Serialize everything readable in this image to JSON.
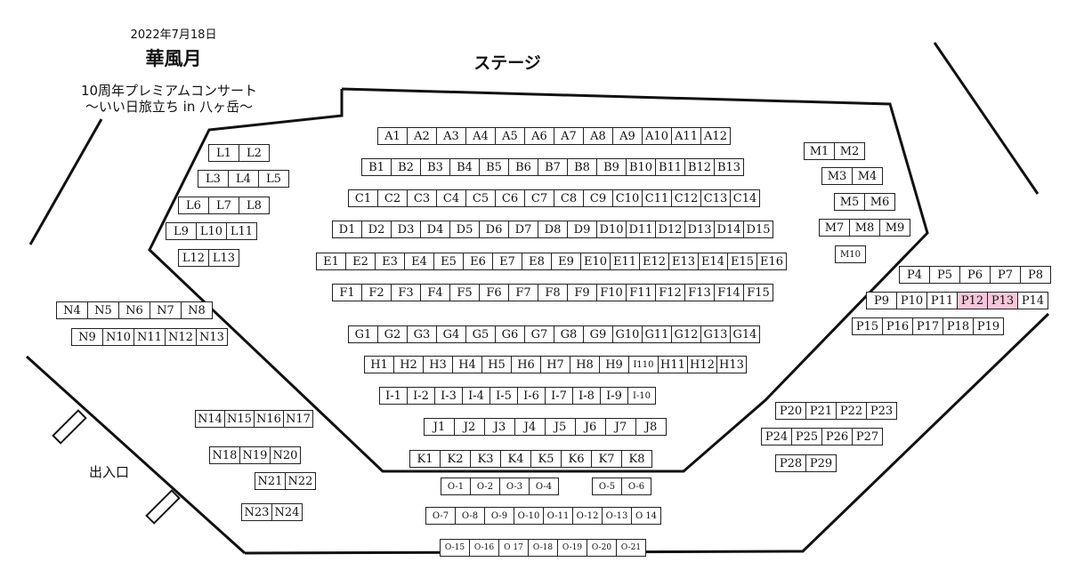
{
  "header": {
    "date": "2022年7月18日",
    "artist": "華風月",
    "subtitle1": "10周年プレミアムコンサート",
    "subtitle2": "～いい日旅立ち in 八ヶ岳～"
  },
  "stage_label": "ステージ",
  "entrance_label": "出入口",
  "colors": {
    "line": "#111111",
    "seat_border": "#222222",
    "highlight": "#f7c6d9"
  },
  "rows": [
    {
      "id": "A",
      "seats": [
        "A1",
        "A2",
        "A3",
        "A4",
        "A5",
        "A6",
        "A7",
        "A8",
        "A9",
        "A10",
        "A11",
        "A12"
      ]
    },
    {
      "id": "B",
      "seats": [
        "B1",
        "B2",
        "B3",
        "B4",
        "B5",
        "B6",
        "B7",
        "B8",
        "B9",
        "B10",
        "B11",
        "B12",
        "B13"
      ]
    },
    {
      "id": "C",
      "seats": [
        "C1",
        "C2",
        "C3",
        "C4",
        "C5",
        "C6",
        "C7",
        "C8",
        "C9",
        "C10",
        "C11",
        "C12",
        "C13",
        "C14"
      ]
    },
    {
      "id": "D",
      "seats": [
        "D1",
        "D2",
        "D3",
        "D4",
        "D5",
        "D6",
        "D7",
        "D8",
        "D9",
        "D10",
        "D11",
        "D12",
        "D13",
        "D14",
        "D15"
      ]
    },
    {
      "id": "E",
      "seats": [
        "E1",
        "E2",
        "E3",
        "E4",
        "E5",
        "E6",
        "E7",
        "E8",
        "E9",
        "E10",
        "E11",
        "E12",
        "E13",
        "E14",
        "E15",
        "E16"
      ]
    },
    {
      "id": "F",
      "seats": [
        "F1",
        "F2",
        "F3",
        "F4",
        "F5",
        "F6",
        "F7",
        "F8",
        "F9",
        "F10",
        "F11",
        "F12",
        "F13",
        "F14",
        "F15"
      ]
    },
    {
      "id": "G",
      "seats": [
        "G1",
        "G2",
        "G3",
        "G4",
        "G5",
        "G6",
        "G7",
        "G8",
        "G9",
        "G10",
        "G11",
        "G12",
        "G13",
        "G14"
      ]
    },
    {
      "id": "H",
      "seats": [
        "H1",
        "H2",
        "H3",
        "H4",
        "H5",
        "H6",
        "H7",
        "H8",
        "H9",
        "I110",
        "H11",
        "H12",
        "H13"
      ]
    },
    {
      "id": "I",
      "seats": [
        "I-1",
        "I-2",
        "I-3",
        "I-4",
        "I-5",
        "I-6",
        "I-7",
        "I-8",
        "I-9",
        "I-10"
      ]
    },
    {
      "id": "J",
      "seats": [
        "J1",
        "J2",
        "J3",
        "J4",
        "J5",
        "J6",
        "J7",
        "J8"
      ]
    },
    {
      "id": "K",
      "seats": [
        "K1",
        "K2",
        "K3",
        "K4",
        "K5",
        "K6",
        "K7",
        "K8"
      ]
    },
    {
      "id": "O1",
      "seats": [
        "O-1",
        "O-2",
        "O-3",
        "O-4"
      ]
    },
    {
      "id": "O2",
      "seats": [
        "O-5",
        "O-6"
      ]
    },
    {
      "id": "O3",
      "seats": [
        "O-7",
        "O-8",
        "O-9",
        "O-10",
        "O-11",
        "O-12",
        "O-13",
        "O 14"
      ]
    },
    {
      "id": "O4",
      "seats": [
        "O-15",
        "O-16",
        "O 17",
        "O-18",
        "O-19",
        "O-20",
        "O-21"
      ]
    },
    {
      "id": "L1",
      "seats": [
        "L1",
        "L2"
      ]
    },
    {
      "id": "L2",
      "seats": [
        "L3",
        "L4",
        "L5"
      ]
    },
    {
      "id": "L3",
      "seats": [
        "L6",
        "L7",
        "L8"
      ]
    },
    {
      "id": "L4",
      "seats": [
        "L9",
        "L10",
        "L11"
      ]
    },
    {
      "id": "L5",
      "seats": [
        "L12",
        "L13"
      ]
    },
    {
      "id": "M1",
      "seats": [
        "M1",
        "M2"
      ]
    },
    {
      "id": "M2",
      "seats": [
        "M3",
        "M4"
      ]
    },
    {
      "id": "M3",
      "seats": [
        "M5",
        "M6"
      ]
    },
    {
      "id": "M4",
      "seats": [
        "M7",
        "M8",
        "M9"
      ]
    },
    {
      "id": "M5",
      "seats": [
        "M10"
      ]
    },
    {
      "id": "N1",
      "seats": [
        "N4",
        "N5",
        "N6",
        "N7",
        "N8"
      ]
    },
    {
      "id": "N2",
      "seats": [
        "N9",
        "N10",
        "N11",
        "N12",
        "N13"
      ]
    },
    {
      "id": "N3",
      "seats": [
        "N14",
        "N15",
        "N16",
        "N17"
      ]
    },
    {
      "id": "N4r",
      "seats": [
        "N18",
        "N19",
        "N20"
      ]
    },
    {
      "id": "N5",
      "seats": [
        "N21",
        "N22"
      ]
    },
    {
      "id": "N6",
      "seats": [
        "N23",
        "N24"
      ]
    },
    {
      "id": "P1",
      "seats": [
        "P4",
        "P5",
        "P6",
        "P7",
        "P8"
      ]
    },
    {
      "id": "P2",
      "seats": [
        "P9",
        "P10",
        "P11",
        "P12",
        "P13",
        "P14"
      ],
      "highlighted": [
        "P12",
        "P13"
      ]
    },
    {
      "id": "P3",
      "seats": [
        "P15",
        "P16",
        "P17",
        "P18",
        "P19"
      ]
    },
    {
      "id": "P4r",
      "seats": [
        "P20",
        "P21",
        "P22",
        "P23"
      ]
    },
    {
      "id": "P5",
      "seats": [
        "P24",
        "P25",
        "P26",
        "P27"
      ]
    },
    {
      "id": "P6",
      "seats": [
        "P28",
        "P29"
      ]
    }
  ]
}
